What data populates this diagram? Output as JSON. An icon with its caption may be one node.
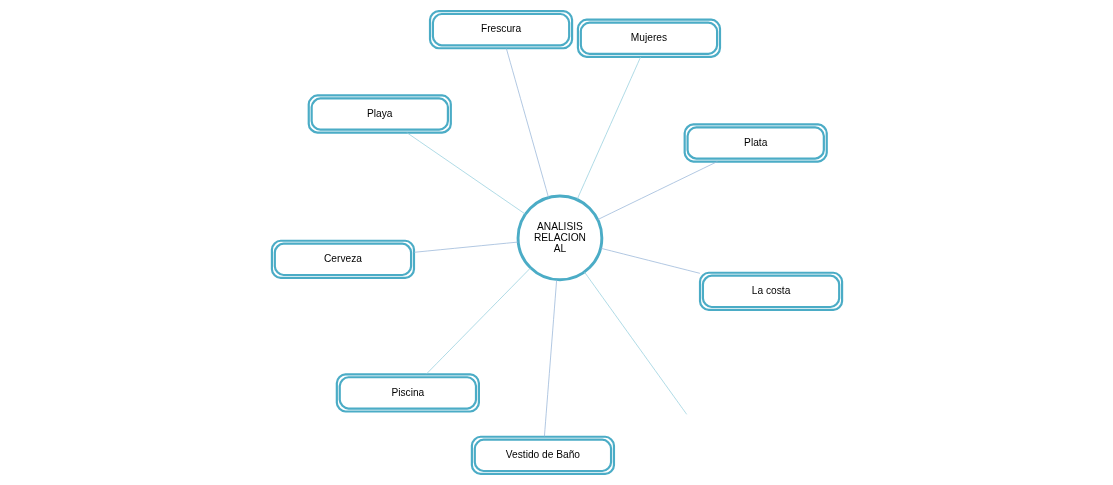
{
  "diagram": {
    "nodes": [
      {
        "text": [
          "ANALISIS RELACION AL"
        ]
      },
      {
        "text": [
          "Plata"
        ]
      },
      {
        "text": [
          "Vestido de Baño"
        ]
      },
      {
        "text": [
          "Playa"
        ]
      },
      {
        "text": [
          "Mujeres"
        ]
      },
      {
        "text": [
          "Frescura"
        ]
      },
      {
        "text": [
          "Cerveza"
        ]
      },
      {
        "text": [
          "La costa"
        ]
      },
      {
        "text": [
          "Piscina"
        ]
      }
    ],
    "edges": [
      {
        "from": 0,
        "to": 1,
        "arrow": "none"
      },
      {
        "from": 0,
        "to": 2,
        "arrow": "none"
      },
      {
        "from": 0,
        "to": 3,
        "arrow": "none",
        "color": "#92cddc"
      },
      {
        "from": 0,
        "to": 4,
        "arrow": "none",
        "color": "#92cddc"
      },
      {
        "from": 0,
        "to": 5,
        "arrow": "none"
      },
      {
        "from": 0,
        "to": 6,
        "arrow": "none"
      },
      {
        "from": 0,
        "to": 7,
        "arrow": "none"
      },
      {
        "from": 0,
        "to": 8,
        "arrow": "none",
        "color": "#92cddc"
      },
      {
        "from": 0,
        "to": null,
        "arrow": "none",
        "color": "#92cddc"
      }
    ]
  }
}
